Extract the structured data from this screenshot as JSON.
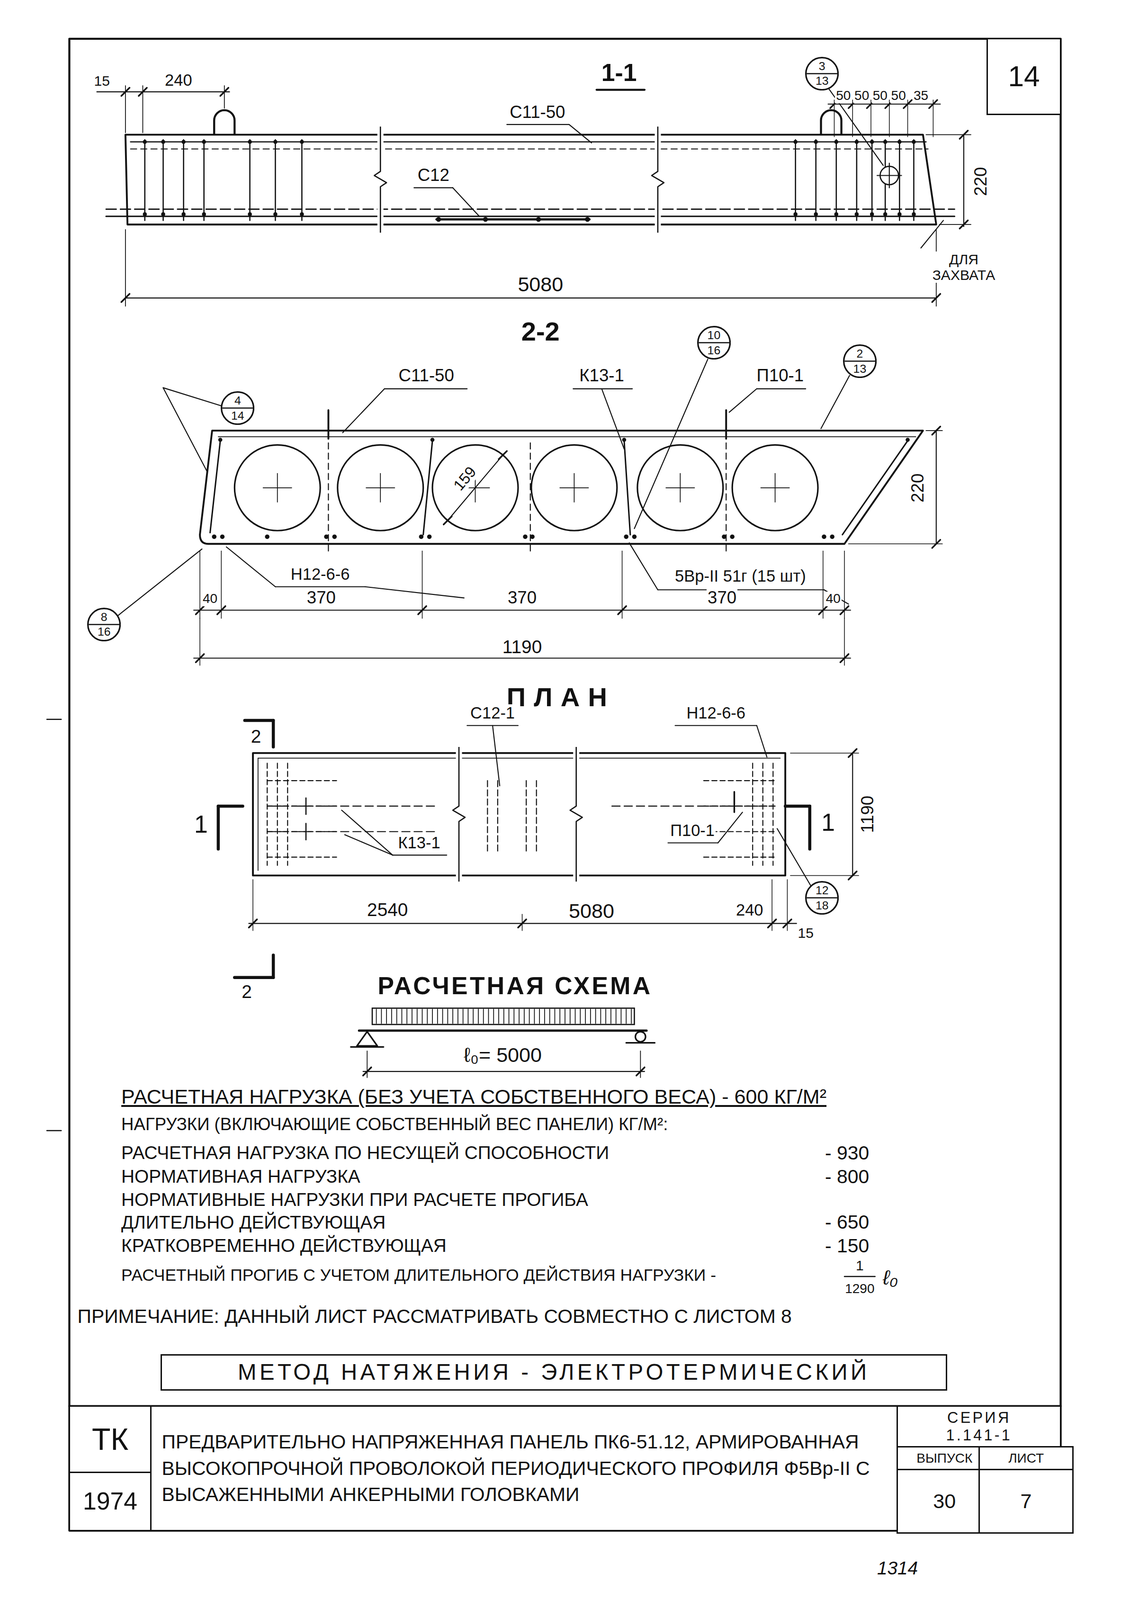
{
  "diagram": {
    "nodes": [
      {
        "text": [
          "14"
        ]
      },
      {
        "text": [
          "3",
          "13"
        ]
      },
      {
        "text": [
          "4",
          "14"
        ]
      },
      {
        "text": [
          "10",
          "16"
        ]
      },
      {
        "text": [
          "2",
          "13"
        ]
      },
      {
        "text": [
          "8",
          "16"
        ]
      },
      {
        "text": [
          "12",
          "18"
        ]
      },
      {
        "text": [
          "МЕТОД НАТЯЖЕНИЯ - ЭЛЕКТРОТЕРМИЧЕСКИЙ"
        ]
      },
      {
        "text": [
          "ТК"
        ]
      },
      {
        "text": [
          "ПРЕДВАРИТЕЛЬНО НАПРЯЖЕННАЯ ПАНЕЛЬ ПК6-51.12, АРМИРОВАННАЯ ВЫСОКОПРОЧНОЙ ПРОВОЛОКОЙ ПЕРИОДИЧЕСКОГО ПРОФИЛЯ Ф5Вр-II С ВЫСАЖЕННЫМИ АНКЕРНЫМИ ГОЛОВКАМИ"
        ]
      },
      {
        "text": [
          "СЕРИЯ 1.141-1"
        ]
      },
      {
        "text": [
          "1974"
        ]
      },
      {
        "text": [
          "ВЫПУСК",
          "30"
        ]
      },
      {
        "text": [
          "ЛИСТ",
          "7"
        ]
      }
    ],
    "labels": [
      "15",
      "240",
      "1-1",
      "С11-50",
      "С12",
      "50",
      "50",
      "50",
      "50",
      "35",
      "220",
      "ДЛЯ ЗАХВАТА",
      "5080",
      "2-2",
      "С11-50",
      "К13-1",
      "П10-1",
      "159",
      "220",
      "Н12-6-6",
      "5Вр-II 51г (15 шт)",
      "40",
      "370",
      "370",
      "370",
      "40",
      "1190",
      "ПЛАН",
      "С12-1",
      "Н12-6-6",
      "2",
      "1",
      "К13-1",
      "П10-1",
      "1",
      "1190",
      "2540",
      "5080",
      "240",
      "15",
      "2",
      "РАСЧЕТНАЯ СХЕМА",
      "ℓ₀= 5000",
      "РАСЧЕТНАЯ НАГРУЗКА (БЕЗ УЧЕТА СОБСТВЕННОГО ВЕСА) - 600 КГ/М²",
      "НАГРУЗКИ (ВКЛЮЧАЮЩИЕ СОБСТВЕННЫЙ ВЕС ПАНЕЛИ) КГ/М²:",
      "РАСЧЕТНАЯ НАГРУЗКА ПО НЕСУЩЕЙ СПОСОБНОСТИ",
      "- 930",
      "НОРМАТИВНАЯ НАГРУЗКА",
      "- 800",
      "НОРМАТИВНЫЕ НАГРУЗКИ ПРИ РАСЧЕТЕ ПРОГИБА",
      "ДЛИТЕЛЬНО ДЕЙСТВУЮЩАЯ",
      "- 650",
      "КРАТКОВРЕМЕННО ДЕЙСТВУЮЩАЯ",
      "- 150",
      "РАСЧЕТНЫЙ ПРОГИБ С УЧЕТОМ ДЛИТЕЛЬНОГО ДЕЙСТВИЯ НАГРУЗКИ -",
      "1",
      "1290",
      "ℓ₀",
      "ПРИМЕЧАНИЕ: ДАННЫЙ ЛИСТ РАССМАТРИВАТЬ СОВМЕСТНО С ЛИСТОМ 8",
      "1314"
    ]
  }
}
